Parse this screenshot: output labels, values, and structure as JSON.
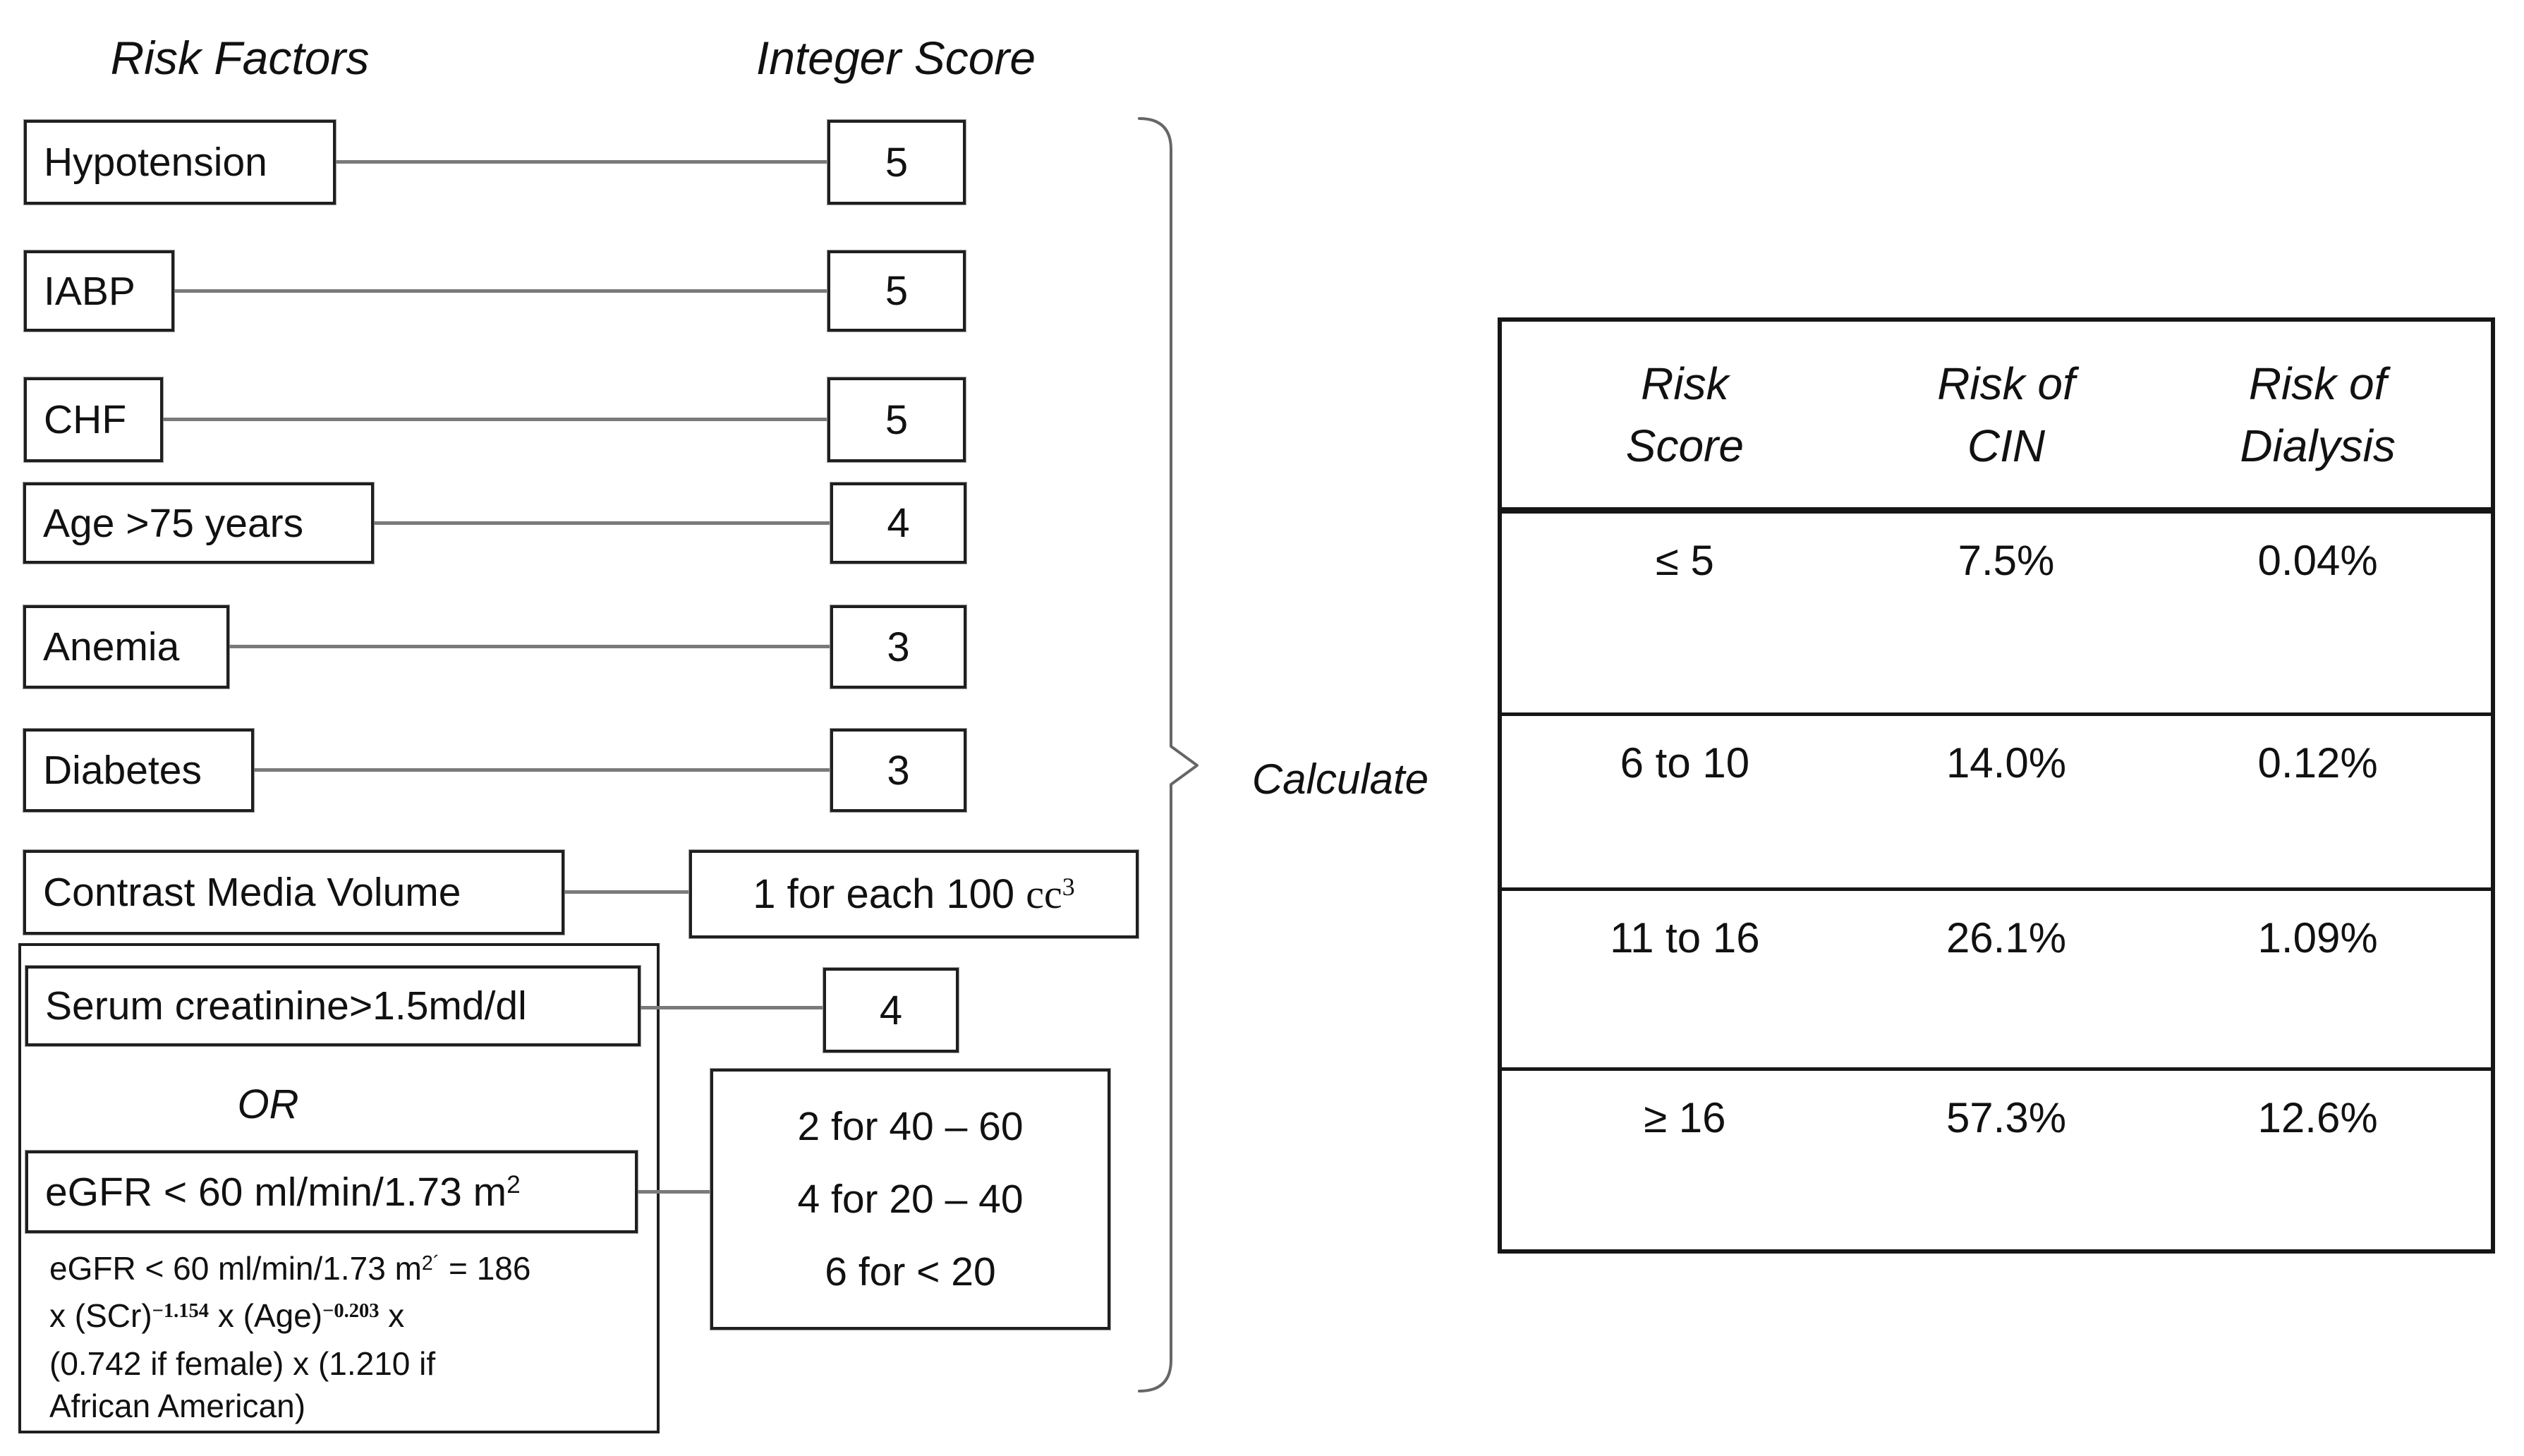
{
  "headers": {
    "risk_factors": "Risk Factors",
    "integer_score": "Integer Score"
  },
  "factors": [
    {
      "label": "Hypotension",
      "score": "5"
    },
    {
      "label": "IABP",
      "score": "5"
    },
    {
      "label": "CHF",
      "score": "5"
    },
    {
      "label": "Age >75 years",
      "score": "4"
    },
    {
      "label": "Anemia",
      "score": "3"
    },
    {
      "label": "Diabetes",
      "score": "3"
    }
  ],
  "contrast": {
    "label": "Contrast Media Volume",
    "score_text": "1 for each 100 ",
    "score_unit": "cc",
    "score_sup": "3"
  },
  "renal": {
    "serum_label": "Serum creatinine>1.5md/dl",
    "serum_score": "4",
    "or_label": "OR",
    "egfr_label": "eGFR < 60 ml/min/1.73 m",
    "egfr_sup": "2",
    "egfr_scores": [
      "2 for 40 – 60",
      "4 for 20 – 40",
      "6 for < 20"
    ],
    "formula": {
      "l1a": "eGFR < 60 ml/min/1.73 m",
      "l1sup": "2´",
      "l1b": " = 186",
      "l2a": "x (SCr)",
      "l2sup1": "−1.154",
      "l2b": " x (Age)",
      "l2sup2": "−0.203",
      "l2c": " x",
      "l3": "(0.742 if female) x (1.210 if",
      "l4": "African American)"
    }
  },
  "calculate_label": "Calculate",
  "table": {
    "headers": [
      {
        "line1": "Risk",
        "line2": "Score"
      },
      {
        "line1": "Risk of",
        "line2": "CIN"
      },
      {
        "line1": "Risk of",
        "line2": "Dialysis"
      }
    ],
    "rows": [
      {
        "score": "≤ 5",
        "cin": "7.5%",
        "dialysis": "0.04%"
      },
      {
        "score": "6 to 10",
        "cin": "14.0%",
        "dialysis": "0.12%"
      },
      {
        "score": "11 to 16",
        "cin": "26.1%",
        "dialysis": "1.09%"
      },
      {
        "score": "≥ 16",
        "cin": "57.3%",
        "dialysis": "12.6%"
      }
    ]
  },
  "colors": {
    "ink": "#111111",
    "box_border": "#1f1f1f",
    "connector": "#7a7a7a",
    "bracket": "#666666"
  }
}
